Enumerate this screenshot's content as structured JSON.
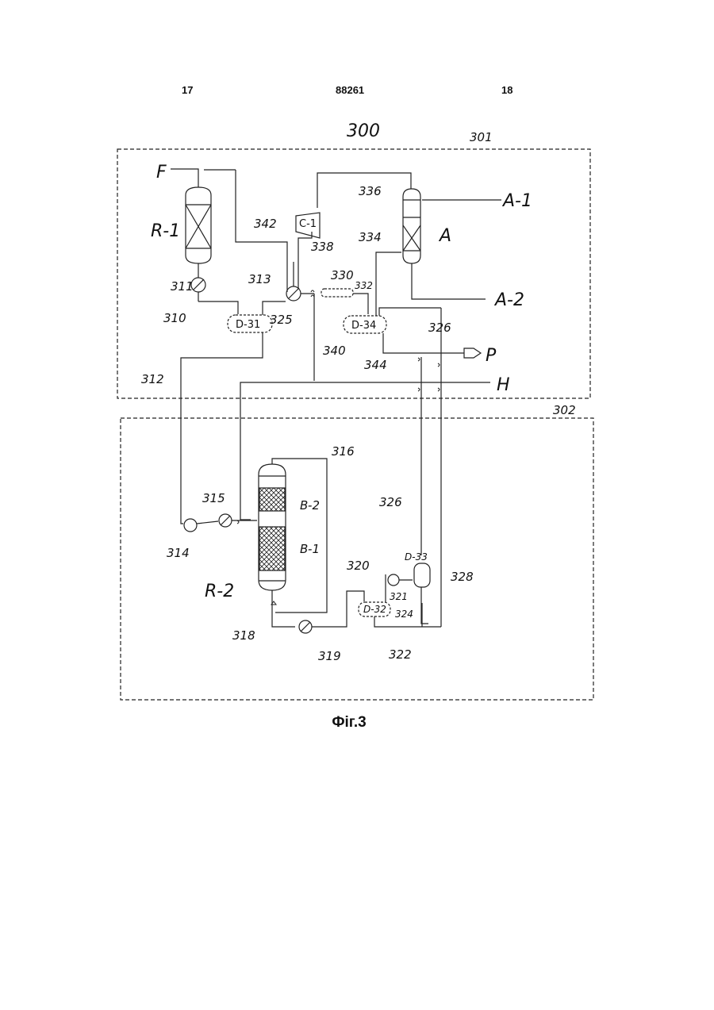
{
  "header": {
    "page_left": "17",
    "doc_number": "88261",
    "page_right": "18"
  },
  "caption": "Фіг.3",
  "labels": {
    "system": "300",
    "top_unit": "301",
    "bottom_unit": "302",
    "F": "F",
    "A1": "A-1",
    "A2": "A-2",
    "P": "P",
    "H": "H",
    "R1": "R-1",
    "R2": "R-2",
    "A": "A",
    "C1": "C-1",
    "B1": "B-1",
    "B2": "B-2",
    "D31": "D-31",
    "D32": "D-32",
    "D33": "D-33",
    "D34": "D-34",
    "n310": "310",
    "n311": "311",
    "n312": "312",
    "n313": "313",
    "n314": "314",
    "n315": "315",
    "n316": "316",
    "n318": "318",
    "n319": "319",
    "n320": "320",
    "n321": "321",
    "n322": "322",
    "n324": "324",
    "n325": "325",
    "n326a": "326",
    "n326b": "326",
    "n328": "328",
    "n330": "330",
    "n332": "332",
    "n334": "334",
    "n336": "336",
    "n338": "338",
    "n340": "340",
    "n342": "342",
    "n344": "344"
  }
}
